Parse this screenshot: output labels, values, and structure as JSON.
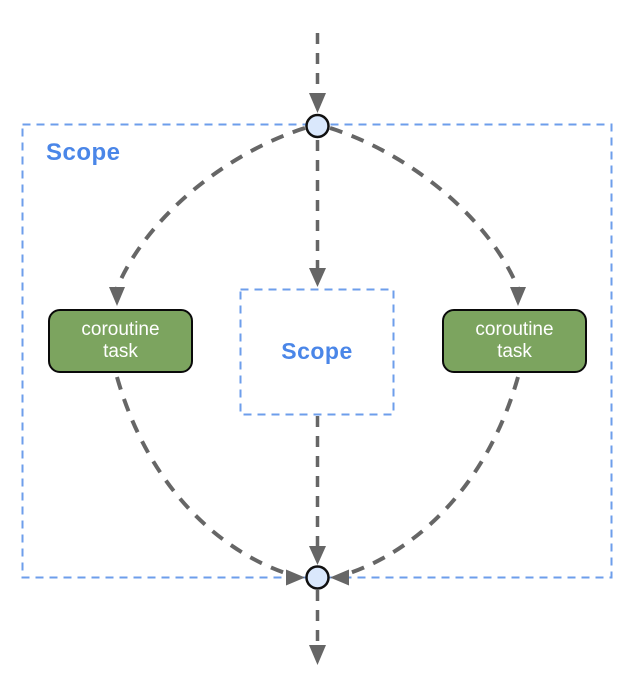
{
  "diagram": {
    "outer_scope": {
      "label": "Scope"
    },
    "inner_scope": {
      "label": "Scope"
    },
    "tasks": {
      "left": {
        "label": "coroutine\ntask"
      },
      "right": {
        "label": "coroutine\ntask"
      }
    },
    "nodes": {
      "top": "fork-junction-node",
      "bottom": "join-junction-node"
    },
    "colors": {
      "background": "#FFFFFF",
      "scope_border": "#6D9EEB",
      "scope_label": "#4A86E8",
      "arrow": "#666666",
      "task_fill": "#7CA45F",
      "task_border": "#0A0A0A",
      "task_text": "#FFFFFF",
      "node_fill": "#DAE8FC",
      "node_border": "#111111"
    }
  }
}
